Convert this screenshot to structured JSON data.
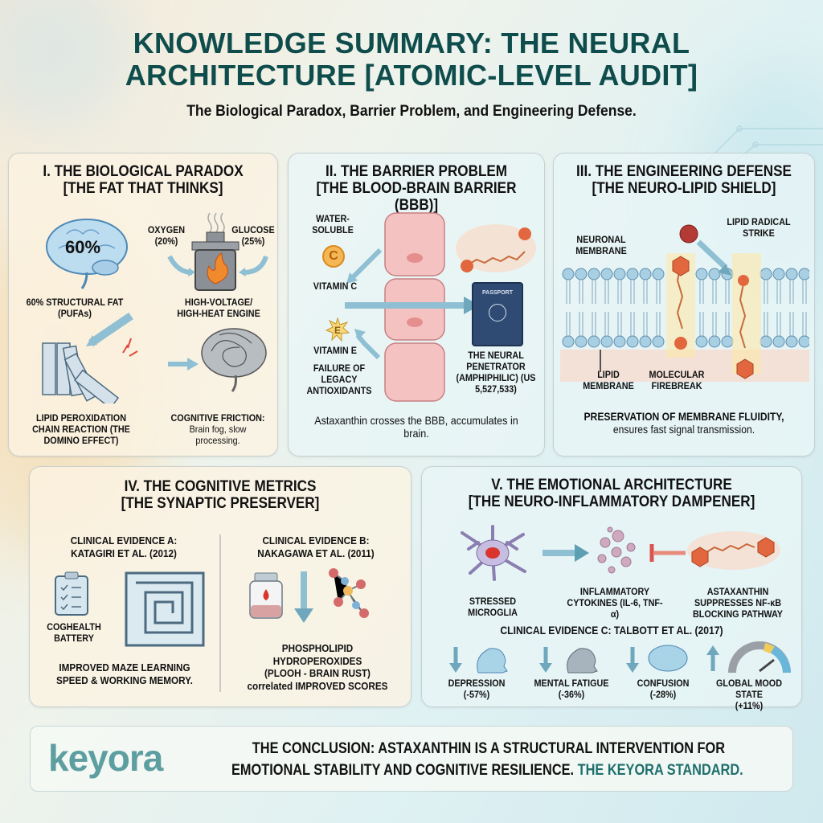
{
  "header": {
    "title_line1": "KNOWLEDGE SUMMARY: THE NEURAL",
    "title_line2": "ARCHITECTURE [ATOMIC-LEVEL AUDIT]",
    "subtitle": "The Biological Paradox, Barrier Problem, and Engineering Defense."
  },
  "colors": {
    "title": "#0f4d4d",
    "accent_teal": "#1f6f6c",
    "logo": "#5d9ea0",
    "arrow_blue": "#6fa7bd",
    "astaxanthin_orange": "#e2673e",
    "block_red": "#d9534f"
  },
  "panel1": {
    "title": "I. THE BIOLOGICAL PARADOX",
    "subtitle": "[THE FAT THAT THINKS]",
    "brain_value": "60%",
    "brain_label": "60% STRUCTURAL FAT (PUFAs)",
    "oxygen_label": "OXYGEN",
    "oxygen_value": "(20%)",
    "glucose_label": "GLUCOSE",
    "glucose_value": "(25%)",
    "engine_label": "HIGH-VOLTAGE/ HIGH-HEAT ENGINE",
    "domino_label": "LIPID PEROXIDATION CHAIN REACTION (THE DOMINO EFFECT)",
    "friction_title": "COGNITIVE FRICTION:",
    "friction_desc": "Brain fog, slow processing.",
    "icons": [
      "brain-icon",
      "furnace-icon",
      "domino-icon",
      "tangled-brain-icon"
    ]
  },
  "panel2": {
    "title": "II. THE BARRIER PROBLEM",
    "subtitle": "[THE BLOOD-BRAIN BARRIER (BBB)]",
    "water_soluble": "WATER- SOLUBLE",
    "vitamin_c_glyph": "C",
    "vitamin_c": "VITAMIN C",
    "vitamin_e_glyph": "E",
    "vitamin_e": "VITAMIN E",
    "failure": "FAILURE OF LEGACY ANTIOXIDANTS",
    "passport": "PASSPORT",
    "penetrator": "THE NEURAL PENETRATOR (AMPHIPHILIC) (US 5,527,533)",
    "caption": "Astaxanthin crosses the BBB, accumulates in brain."
  },
  "panel3": {
    "title": "III. THE ENGINEERING DEFENSE",
    "subtitle": "[THE NEURO-LIPID SHIELD]",
    "neuronal_membrane": "NEURONAL MEMBRANE",
    "radical_strike": "LIPID RADICAL STRIKE",
    "lipid_membrane": "LIPID MEMBRANE",
    "firebreak": "MOLECULAR FIREBREAK",
    "caption_line1": "PRESERVATION OF MEMBRANE FLUIDITY,",
    "caption_line2": "ensures fast signal transmission."
  },
  "panel4": {
    "title": "IV. THE COGNITIVE METRICS",
    "subtitle": "[THE SYNAPTIC PRESERVER]",
    "evidence_a_title": "CLINICAL EVIDENCE A:",
    "evidence_a_ref": "KATAGIRI ET AL. (2012)",
    "cogHealth": "COGHEALTH BATTERY",
    "evidence_a_result": "IMPROVED MAZE LEARNING SPEED & WORKING MEMORY.",
    "evidence_b_title": "CLINICAL EVIDENCE B:",
    "evidence_b_ref": "NAKAGAWA ET AL. (2011)",
    "evidence_b_line1": "PHOSPHOLIPID",
    "evidence_b_line2": "HYDROPEROXIDES",
    "evidence_b_line3": "(PLOOH - BRAIN RUST)",
    "evidence_b_line4": "correlated IMPROVED SCORES"
  },
  "panel5": {
    "title": "V. THE EMOTIONAL ARCHITECTURE",
    "subtitle": "[THE NEURO-INFLAMMATORY DAMPENER]",
    "microglia": "STRESSED MICROGLIA",
    "cytokines": "INFLAMMATORY CYTOKINES (IL-6, TNF-α)",
    "astaxanthin": "ASTAXANTHIN SUPPRESSES NF-κB BLOCKING PATHWAY",
    "evidence_c": "CLINICAL EVIDENCE C: TALBOTT ET AL. (2017)",
    "metrics": [
      {
        "label": "DEPRESSION",
        "value": "(-57%)",
        "direction": "down"
      },
      {
        "label": "MENTAL FATIGUE",
        "value": "(-36%)",
        "direction": "down"
      },
      {
        "label": "CONFUSION",
        "value": "(-28%)",
        "direction": "down"
      },
      {
        "label": "GLOBAL MOOD STATE",
        "value": "(+11%)",
        "direction": "up"
      }
    ]
  },
  "footer": {
    "logo": "keyora",
    "conclusion_line1": "THE CONCLUSION: ASTAXANTHIN IS A STRUCTURAL INTERVENTION FOR",
    "conclusion_line2": "EMOTIONAL STABILITY AND COGNITIVE RESILIENCE.",
    "standard": "THE KEYORA STANDARD."
  }
}
